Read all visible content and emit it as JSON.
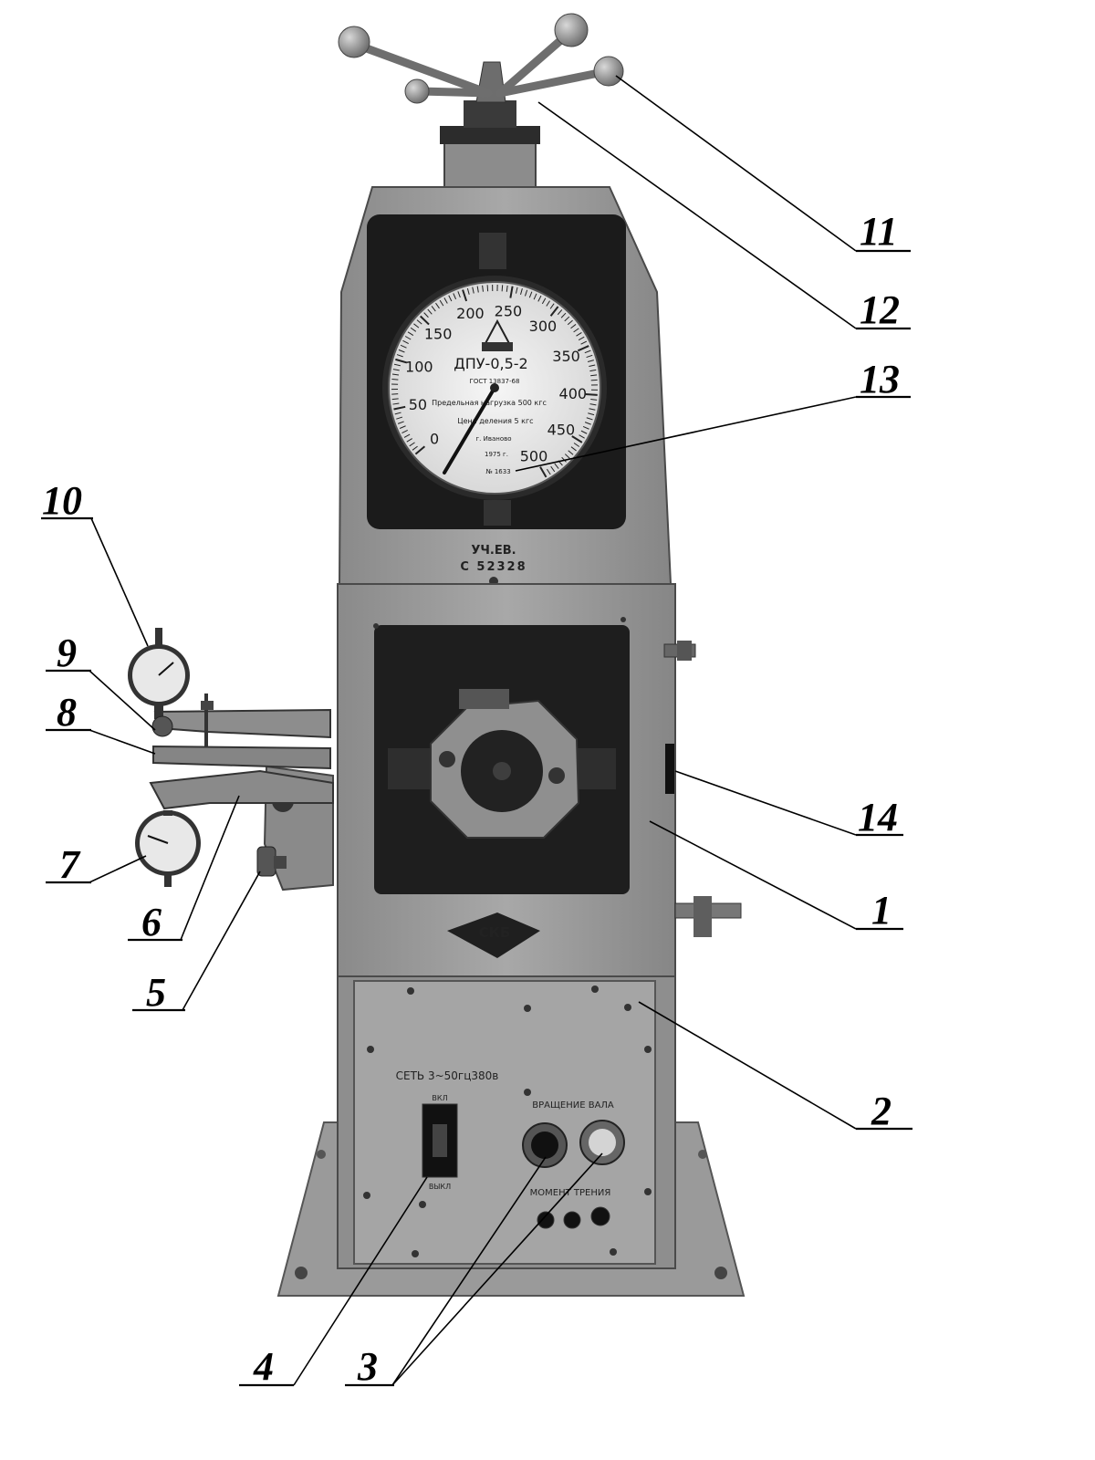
{
  "dial": {
    "ticks": [
      "0",
      "50",
      "100",
      "150",
      "200",
      "250",
      "300",
      "350",
      "400",
      "450",
      "500"
    ],
    "model": "ДПУ-0,5-2",
    "gost": "ГОСТ 13837-68",
    "max_load": "Предельная нагрузка 500 кгс",
    "division": "Цена деления 5 кгс",
    "city": "г. Иваново",
    "year": "1975 г.",
    "serial": "№ 1633"
  },
  "plate": {
    "line1": "УЧ.ЕВ.",
    "line2": "С 52328"
  },
  "emblem": "СКБ",
  "panel": {
    "mains": "СЕТЬ 3~50гц380в",
    "switch_on": "ВКЛ",
    "switch_off": "ВЫКЛ",
    "rotation": "ВРАЩЕНИЕ ВАЛА",
    "friction": "МОМЕНТ ТРЕНИЯ"
  },
  "callouts": [
    "1",
    "2",
    "3",
    "4",
    "5",
    "6",
    "7",
    "8",
    "9",
    "10",
    "11",
    "12",
    "13",
    "14"
  ],
  "colors": {
    "ink": "#000000",
    "body": "#9c9c9c",
    "dark": "#2a2a2a",
    "dial_face": "#f2f2f2"
  }
}
